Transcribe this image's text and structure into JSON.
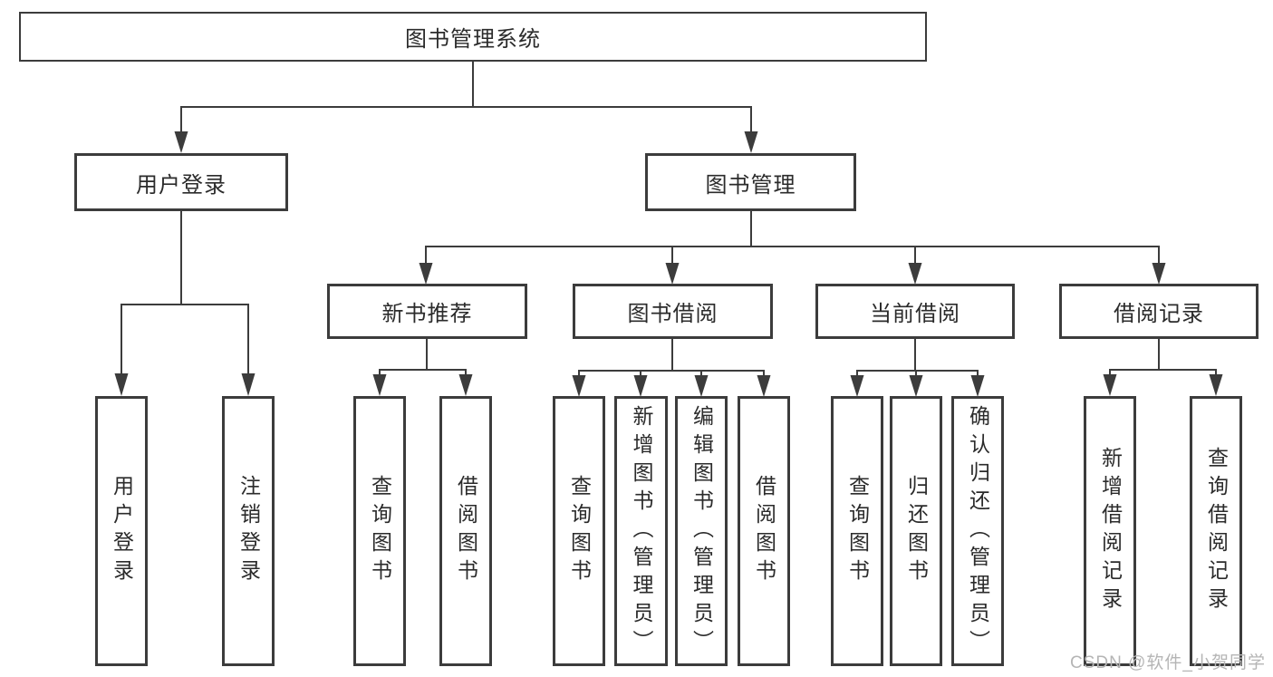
{
  "colors": {
    "line": "#3c3c3c",
    "text": "#2b2b2b",
    "box_bg": "#ffffff",
    "page_bg": "#ffffff",
    "watermark": "#b5b5b5"
  },
  "nodes": {
    "root": {
      "label": "图书管理系统"
    },
    "userLogin": {
      "label": "用户登录",
      "children": [
        "用户登录",
        "注销登录"
      ]
    },
    "bookMgmt": {
      "label": "图书管理"
    },
    "newBookRec": {
      "label": "新书推荐",
      "children": [
        "查询图书",
        "借阅图书"
      ]
    },
    "bookBorrow": {
      "label": "图书借阅",
      "children": [
        "查询图书",
        "新增图书（管理员）",
        "编辑图书（管理员）",
        "借阅图书"
      ]
    },
    "currentBorrow": {
      "label": "当前借阅",
      "children": [
        "查询图书",
        "归还图书",
        "确认归还（管理员）"
      ]
    },
    "borrowRecord": {
      "label": "借阅记录",
      "children": [
        "新增借阅记录",
        "查询借阅记录"
      ]
    }
  },
  "watermark": {
    "text": "CSDN @软件_小贺同学"
  }
}
